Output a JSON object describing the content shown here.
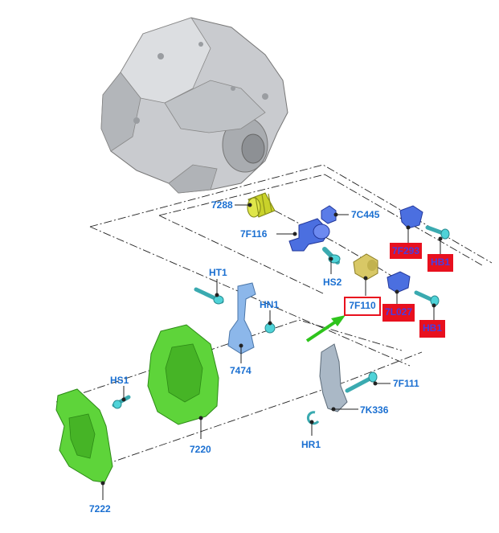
{
  "labels": {
    "l7288": "7288",
    "l7F116": "7F116",
    "l7C445": "7C445",
    "lHS2": "HS2",
    "l7F293": "7F293",
    "lHB1a": "HB1",
    "l7F110": "7F110",
    "l7L027": "7L027",
    "lHB1b": "HB1",
    "lHT1": "HT1",
    "lHN1": "HN1",
    "l7474": "7474",
    "lHS1": "HS1",
    "l7220": "7220",
    "l7222": "7222",
    "l7F111": "7F111",
    "l7K336": "7K336",
    "lHR1": "HR1"
  },
  "colors": {
    "label_blue": "#1a6fd1",
    "highlight_red": "#e8101e",
    "green_shield": "#5ed43a",
    "blue_part": "#4b6fe0",
    "cyan_bolt": "#4fd3d8",
    "yellow_part": "#d8c866",
    "housing_gray": "#c9cbcf",
    "arrow_green": "#2ec41c"
  }
}
